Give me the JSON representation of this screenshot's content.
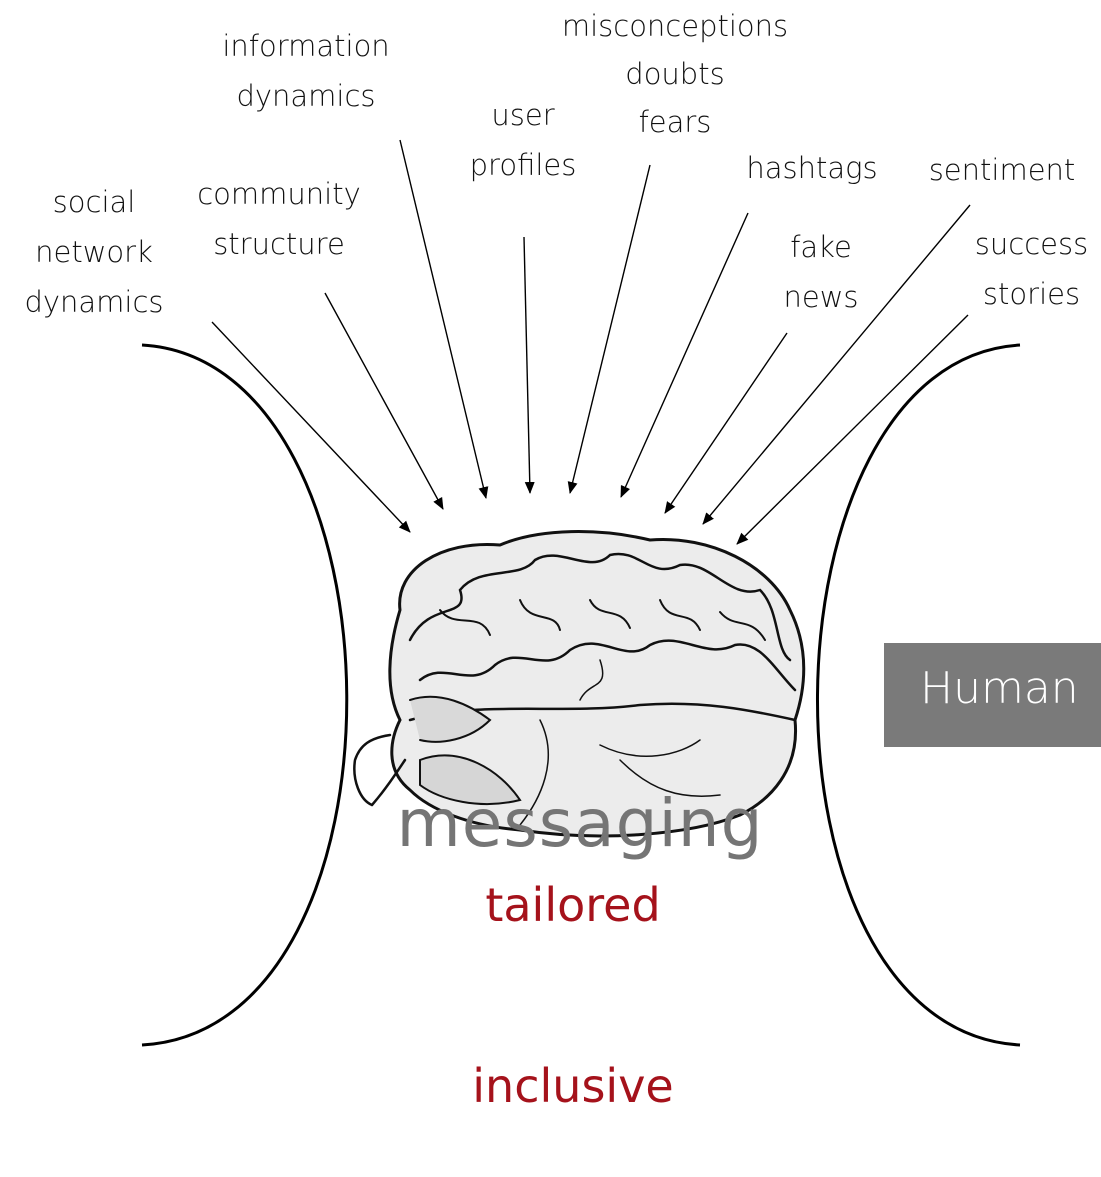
{
  "labels": {
    "social_network_dynamics": [
      "social",
      "network",
      "dynamics"
    ],
    "community_structure": [
      "community",
      "structure"
    ],
    "information_dynamics": [
      "information",
      "dynamics"
    ],
    "user_profiles": [
      "user",
      "profiles"
    ],
    "misconceptions": [
      "misconceptions",
      "doubts",
      "fears"
    ],
    "hashtags": "hashtags",
    "sentiment": "sentiment",
    "fake_news": [
      "fake",
      "news"
    ],
    "success_stories": [
      "success",
      "stories"
    ]
  },
  "human_box_label": "Human",
  "messaging": "messaging",
  "qualities": [
    "tailored",
    "inclusive"
  ],
  "colors": {
    "accent_red": "#a5121b",
    "box_gray": "#7a7a7a",
    "messaging_gray": "#757575"
  }
}
